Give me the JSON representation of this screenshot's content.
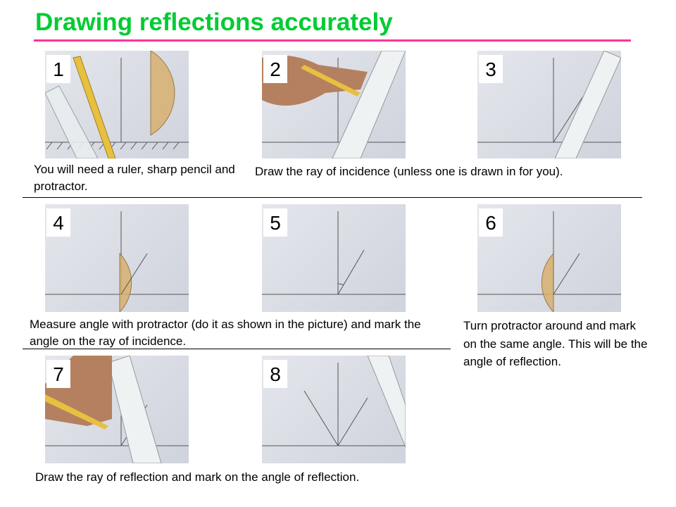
{
  "title": "Drawing reflections accurately",
  "steps": [
    {
      "number": "1",
      "caption": "You will need a ruler, sharp pencil and protractor."
    },
    {
      "number": "2",
      "caption": "Draw the ray of incidence (unless one is drawn in for you)."
    },
    {
      "number": "3",
      "caption": ""
    },
    {
      "number": "4",
      "caption": "Measure angle with protractor (do it as shown in the picture) and mark the angle on the ray of incidence."
    },
    {
      "number": "5",
      "caption": ""
    },
    {
      "number": "6",
      "caption": "Turn protractor around and mark on the same angle. This will be the angle of reflection."
    },
    {
      "number": "7",
      "caption": "Draw the ray of reflection and mark on the angle of reflection."
    },
    {
      "number": "8",
      "caption": ""
    }
  ]
}
